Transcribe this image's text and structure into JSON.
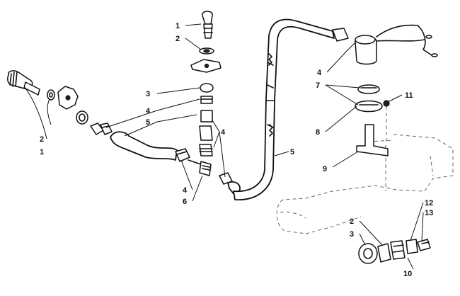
{
  "diagram": {
    "callouts": [
      {
        "id": "c1a",
        "text": "1"
      },
      {
        "id": "c2a",
        "text": "2"
      },
      {
        "id": "c3a",
        "text": "3"
      },
      {
        "id": "c4a",
        "text": "4"
      },
      {
        "id": "c5a",
        "text": "5"
      },
      {
        "id": "c4b",
        "text": "4"
      },
      {
        "id": "c4c",
        "text": "4"
      },
      {
        "id": "c6",
        "text": "6"
      },
      {
        "id": "c2b",
        "text": "2"
      },
      {
        "id": "c1b",
        "text": "1"
      },
      {
        "id": "c4d",
        "text": "4"
      },
      {
        "id": "c7",
        "text": "7"
      },
      {
        "id": "c11",
        "text": "11"
      },
      {
        "id": "c8",
        "text": "8"
      },
      {
        "id": "c5b",
        "text": "5"
      },
      {
        "id": "c9",
        "text": "9"
      },
      {
        "id": "c12",
        "text": "12"
      },
      {
        "id": "c13",
        "text": "13"
      },
      {
        "id": "c2c",
        "text": "2"
      },
      {
        "id": "c3b",
        "text": "3"
      },
      {
        "id": "c10",
        "text": "10"
      }
    ]
  }
}
